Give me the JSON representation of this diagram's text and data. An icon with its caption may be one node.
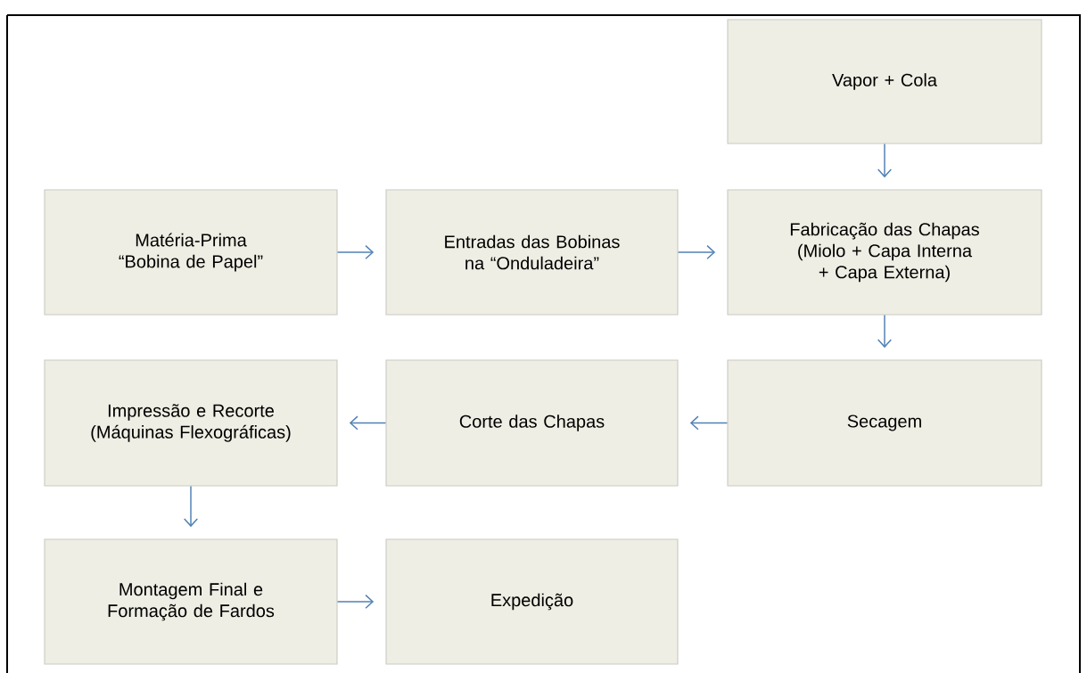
{
  "diagram": {
    "nodes": [
      {
        "text": [
          "Vapor + Cola"
        ]
      },
      {
        "text": [
          "Matéria-Prima “Bobina de Papel”"
        ]
      },
      {
        "text": [
          "Entradas das Bobinas na “Onduladeira”"
        ]
      },
      {
        "text": [
          "Fabricação das Chapas (Miolo + Capa Interna + Capa Externa)"
        ]
      },
      {
        "text": [
          "Impressão e Recorte (Máquinas Flexográficas)"
        ]
      },
      {
        "text": [
          "Corte das Chapas"
        ]
      },
      {
        "text": [
          "Secagem"
        ]
      },
      {
        "text": [
          "Montagem Final e Formação de Fardos"
        ]
      },
      {
        "text": [
          "Expedição"
        ]
      }
    ],
    "edges": [
      {
        "from": 0,
        "to": 3,
        "arrow": "to"
      },
      {
        "from": 1,
        "to": 2,
        "arrow": "to"
      },
      {
        "from": 2,
        "to": 3,
        "arrow": "to"
      },
      {
        "from": 3,
        "to": 6,
        "arrow": "to"
      },
      {
        "from": 6,
        "to": 5,
        "arrow": "to"
      },
      {
        "from": 5,
        "to": 4,
        "arrow": "to"
      },
      {
        "from": 4,
        "to": 7,
        "arrow": "to"
      },
      {
        "from": 7,
        "to": 8,
        "arrow": "to"
      }
    ]
  }
}
